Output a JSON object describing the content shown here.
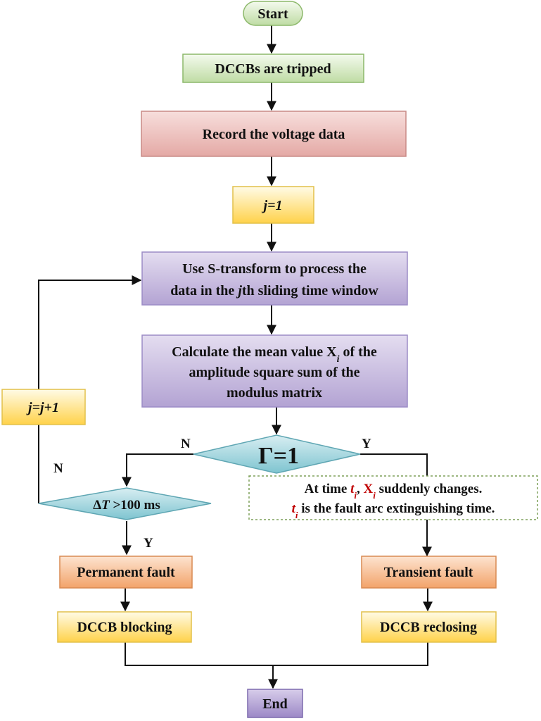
{
  "flowchart": {
    "start": "Start",
    "tripped": "DCCBs are tripped",
    "record": "Record the voltage data",
    "init_j": "j=1",
    "stransform_line1": "Use S-transform to process the",
    "stransform_line2_a": "data in the ",
    "stransform_line2_j": "j",
    "stransform_line2_b": "th sliding time window",
    "calc_line1": "Calculate the mean value X",
    "calc_line1_sub": "i",
    "calc_line1_end": " of the",
    "calc_line2": "amplitude square sum of the",
    "calc_line3": "modulus matrix",
    "decision_gamma": "Γ=1",
    "decision_delta_a": "Δ",
    "decision_delta_b": "T",
    "decision_delta_c": " >100 ms",
    "increment_j": "j=j+1",
    "permanent": "Permanent fault",
    "transient": "Transient fault",
    "blocking": "DCCB blocking",
    "reclosing": "DCCB reclosing",
    "end": "End",
    "label_n_top": "N",
    "label_y_top": "Y",
    "label_n_left": "N",
    "label_y_bottom": "Y",
    "note_line1_a": "At time ",
    "note_t": "t",
    "note_sub": "i",
    "note_comma": ", ",
    "note_x": "X",
    "note_line1_b": " suddenly changes.",
    "note_line2_b": " is the fault arc extinguishing time."
  },
  "colors": {
    "green_fill": "#d8ecc4",
    "red_fill": "#efc5c2",
    "yellow_fill": "#fff0a8",
    "purple_fill": "#cbbfe0",
    "teal_fill": "#9fd3dc",
    "orange_fill": "#f7c49c",
    "note_border": "#7fa05a",
    "highlight": "#c00000"
  }
}
